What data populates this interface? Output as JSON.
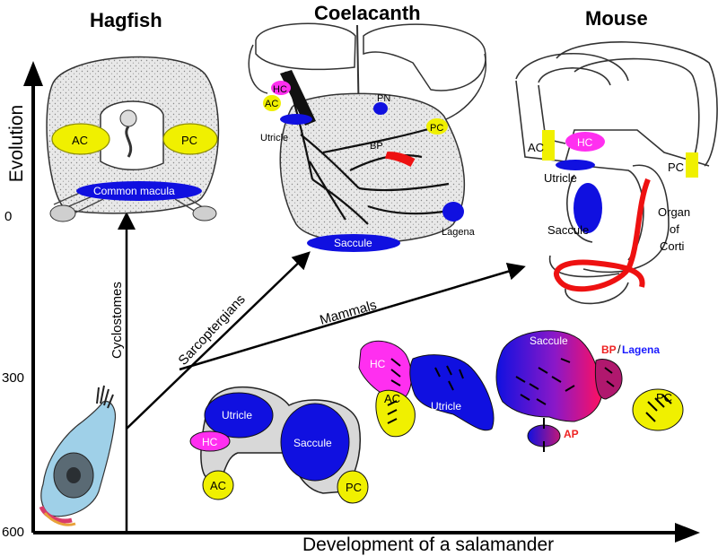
{
  "headings": {
    "hagfish": "Hagfish",
    "coelacanth": "Coelacanth",
    "mouse": "Mouse"
  },
  "axes": {
    "y_title": "Evolution",
    "x_title": "Development of a salamander",
    "y_ticks": [
      "0",
      "300",
      "600"
    ]
  },
  "pathways": {
    "cyclostomes": "Cyclostomes",
    "sarcopterygians": "Sarcoptergians",
    "mammals": "Mammals"
  },
  "hagfish": {
    "ac": "AC",
    "pc": "PC",
    "macula": "Common macula"
  },
  "coelacanth": {
    "hc": "HC",
    "ac": "AC",
    "utricle": "Utricle",
    "pn": "PN",
    "pc": "PC",
    "bp": "BP",
    "saccule": "Saccule",
    "lagena": "Lagena"
  },
  "mouse": {
    "ac": "AC",
    "hc": "HC",
    "utricle": "Utricle",
    "pc": "PC",
    "saccule": "Saccule",
    "organ_line1": "Organ",
    "organ_line2": "of",
    "organ_line3": "Corti"
  },
  "salamander_small": {
    "utricle": "Utricle",
    "hc": "HC",
    "saccule": "Saccule",
    "ac": "AC",
    "pc": "PC"
  },
  "salamander_large": {
    "hc": "HC",
    "ac": "AC",
    "utricle": "Utricle",
    "saccule": "Saccule",
    "bp": "BP",
    "slash": "/",
    "lagena": "Lagena",
    "pc": "PC",
    "ap": "AP"
  },
  "colors": {
    "blue": "#1010e0",
    "yellow": "#f0f000",
    "magenta": "#ff2ff0",
    "red": "#ee1111",
    "gray": "#d9d9d9"
  }
}
